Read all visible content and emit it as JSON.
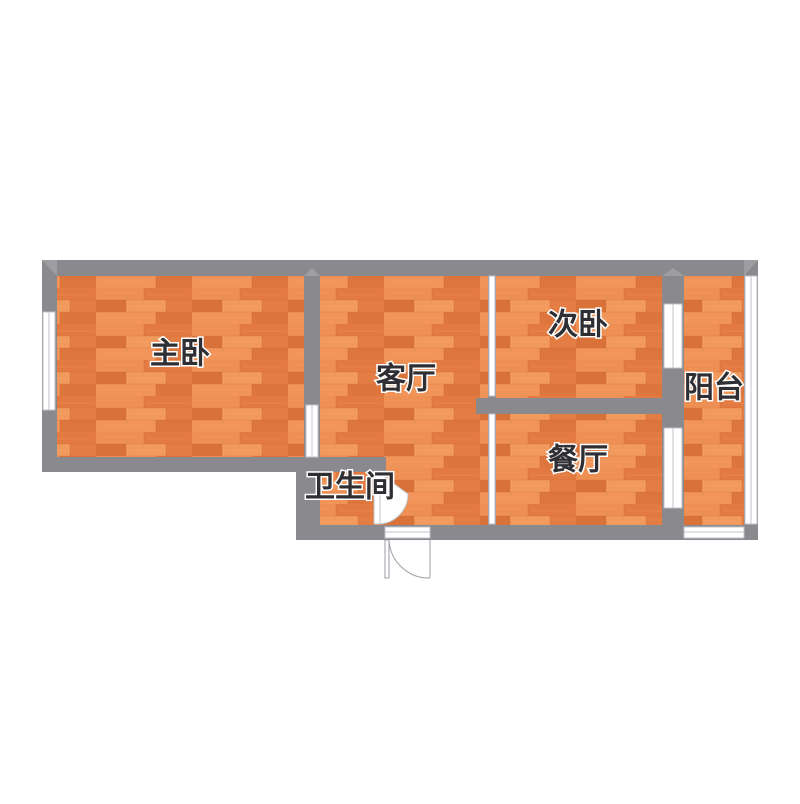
{
  "rooms": {
    "master_bedroom": {
      "label": "主卧"
    },
    "living_room": {
      "label": "客厅"
    },
    "second_bedroom": {
      "label": "次卧"
    },
    "dining_room": {
      "label": "餐厅"
    },
    "balcony": {
      "label": "阳台"
    },
    "bathroom": {
      "label": "卫生间"
    }
  },
  "colors": {
    "wall": "#8a8a8e",
    "floor_base": "#e9824a",
    "floor_light": "#f29a5e",
    "floor_dark": "#d56e36",
    "window_frame": "#bfc3c8",
    "background": "#ffffff"
  }
}
